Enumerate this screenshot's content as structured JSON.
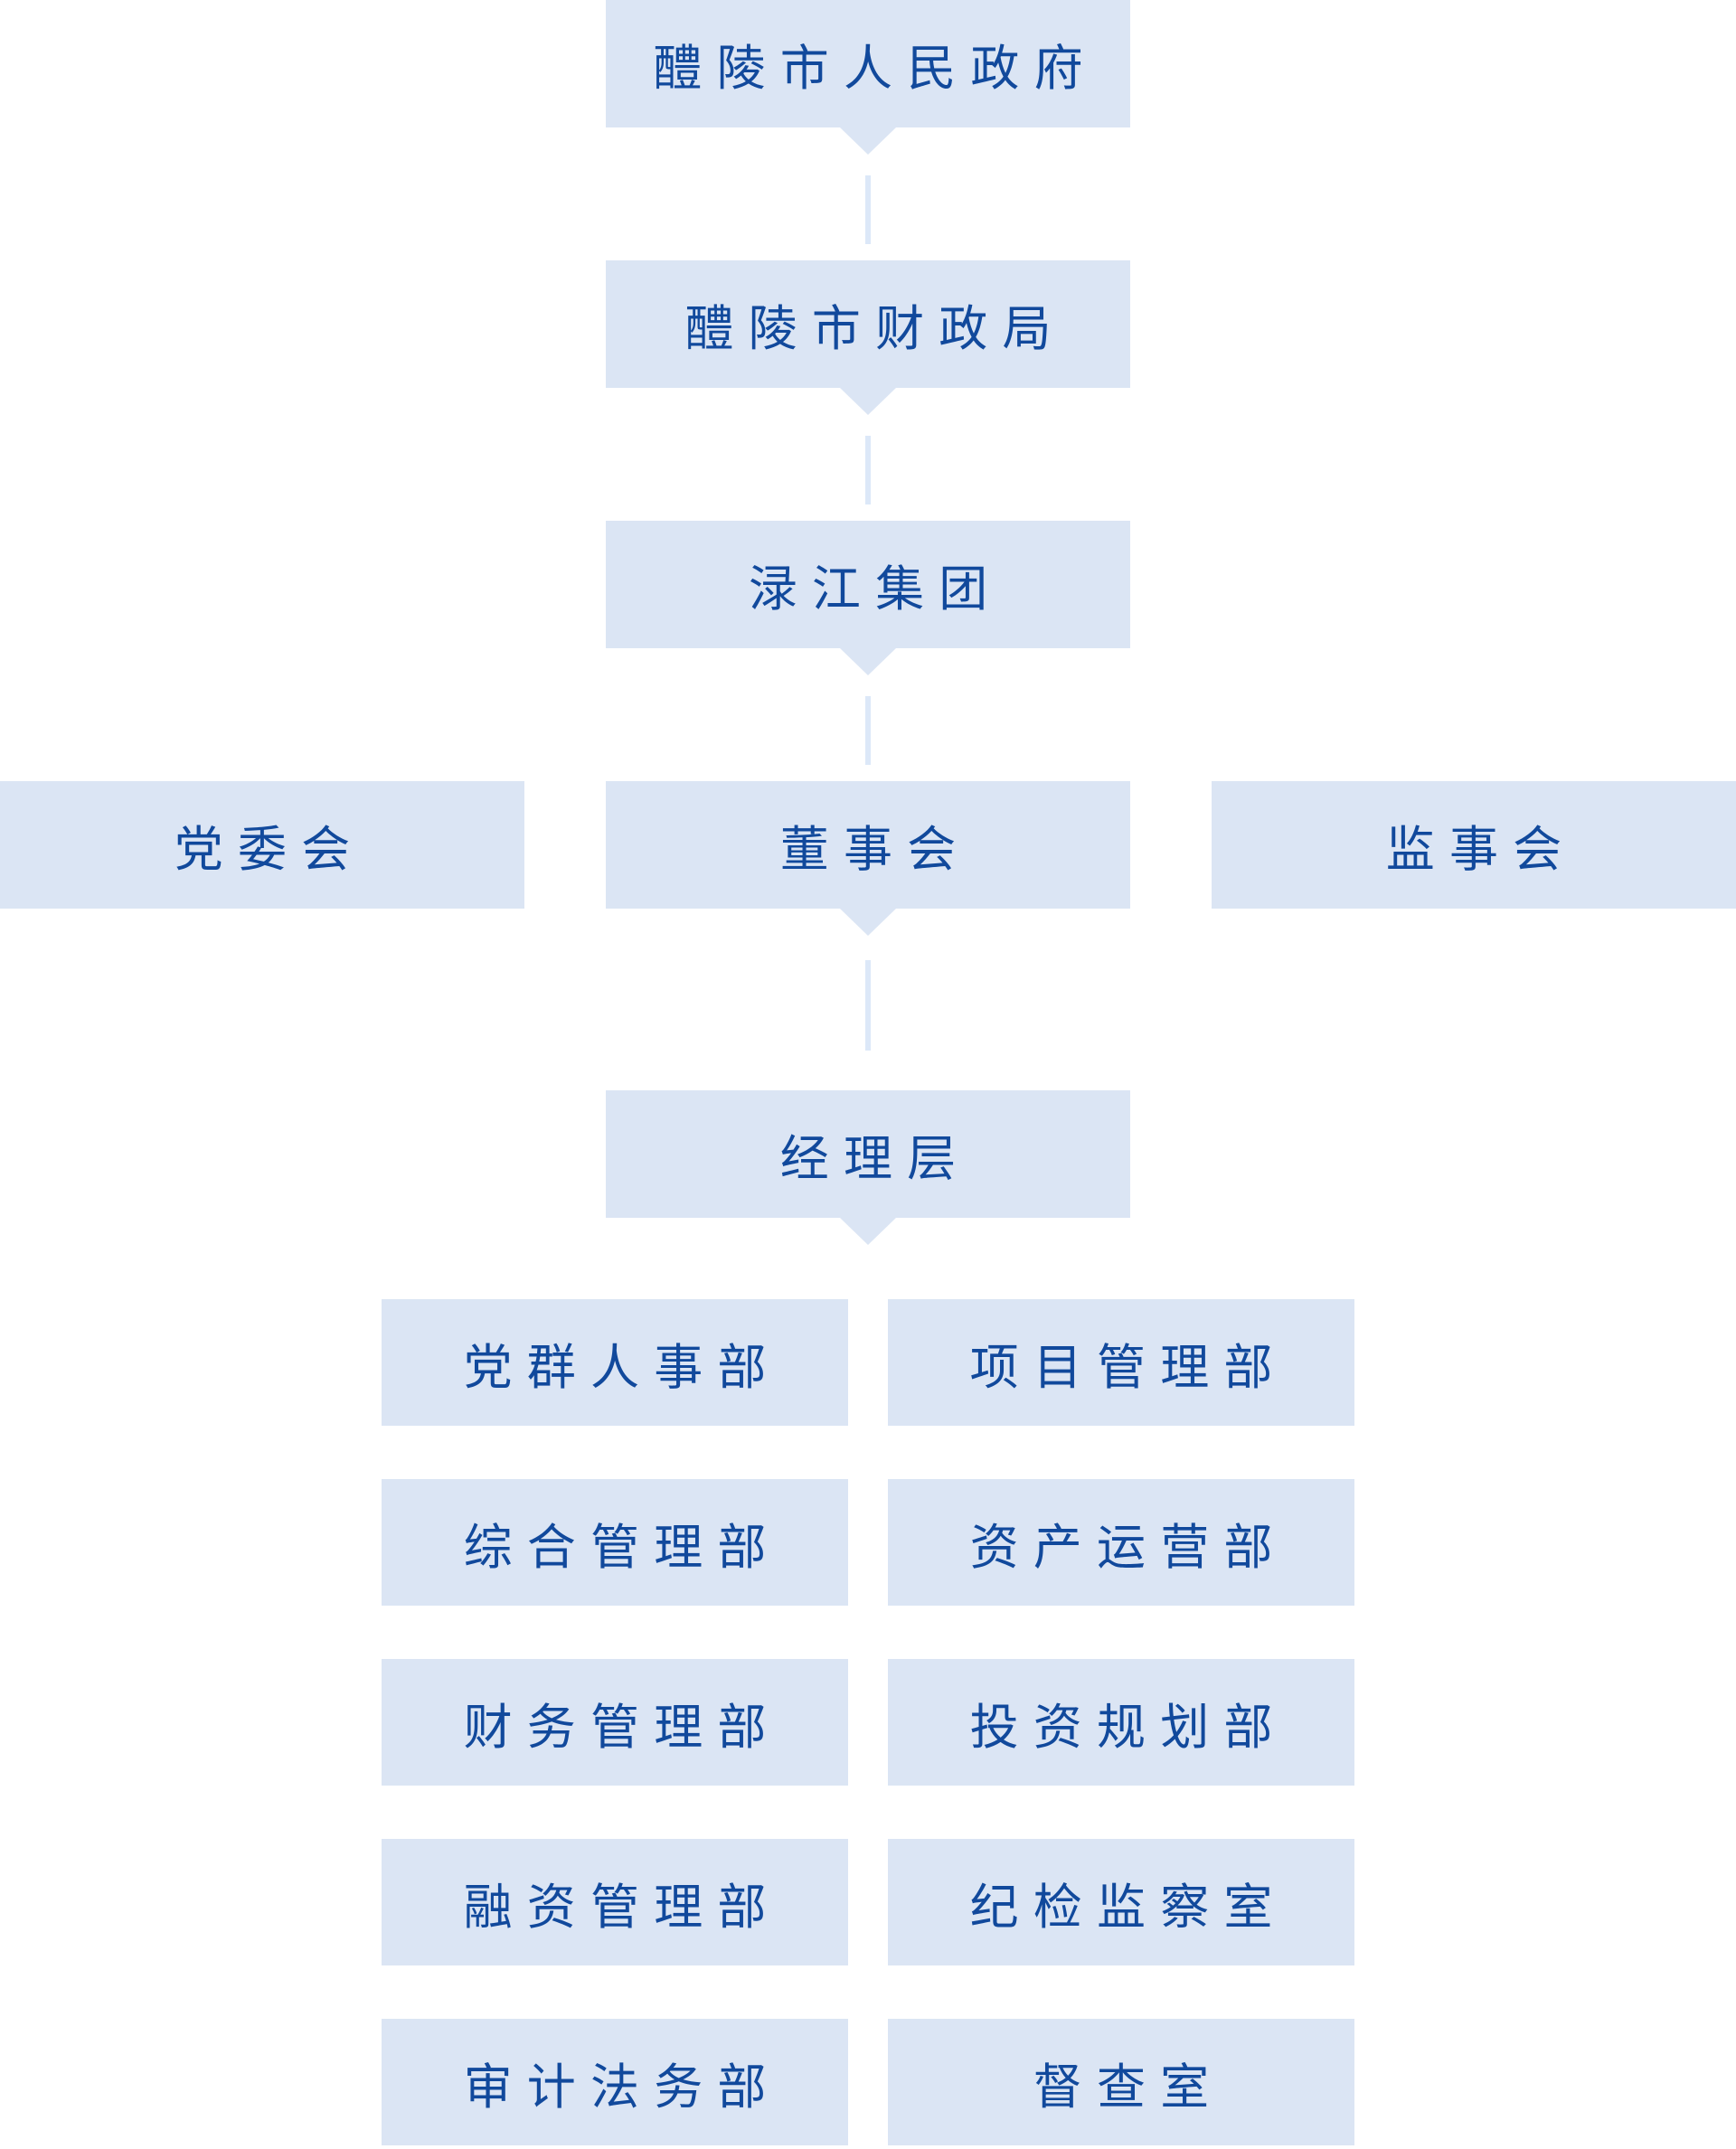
{
  "colors": {
    "background": "#ffffff",
    "node_fill": "#dbe5f4",
    "node_text": "#11499c",
    "connector_line": "#dce8f8"
  },
  "chart": {
    "government": {
      "label": "醴陵市人民政府"
    },
    "finance_bureau": {
      "label": "醴陵市财政局"
    },
    "group": {
      "label": "渌江集团"
    },
    "governance": {
      "party_committee": {
        "label": "党委会"
      },
      "board_of_directors": {
        "label": "董事会"
      },
      "supervisory_board": {
        "label": "监事会"
      }
    },
    "management": {
      "label": "经理层"
    },
    "departments": {
      "left": [
        {
          "label": "党群人事部"
        },
        {
          "label": "综合管理部"
        },
        {
          "label": "财务管理部"
        },
        {
          "label": "融资管理部"
        },
        {
          "label": "审计法务部"
        }
      ],
      "right": [
        {
          "label": "项目管理部"
        },
        {
          "label": "资产运营部"
        },
        {
          "label": "投资规划部"
        },
        {
          "label": "纪检监察室"
        },
        {
          "label": "督查室"
        }
      ]
    }
  }
}
